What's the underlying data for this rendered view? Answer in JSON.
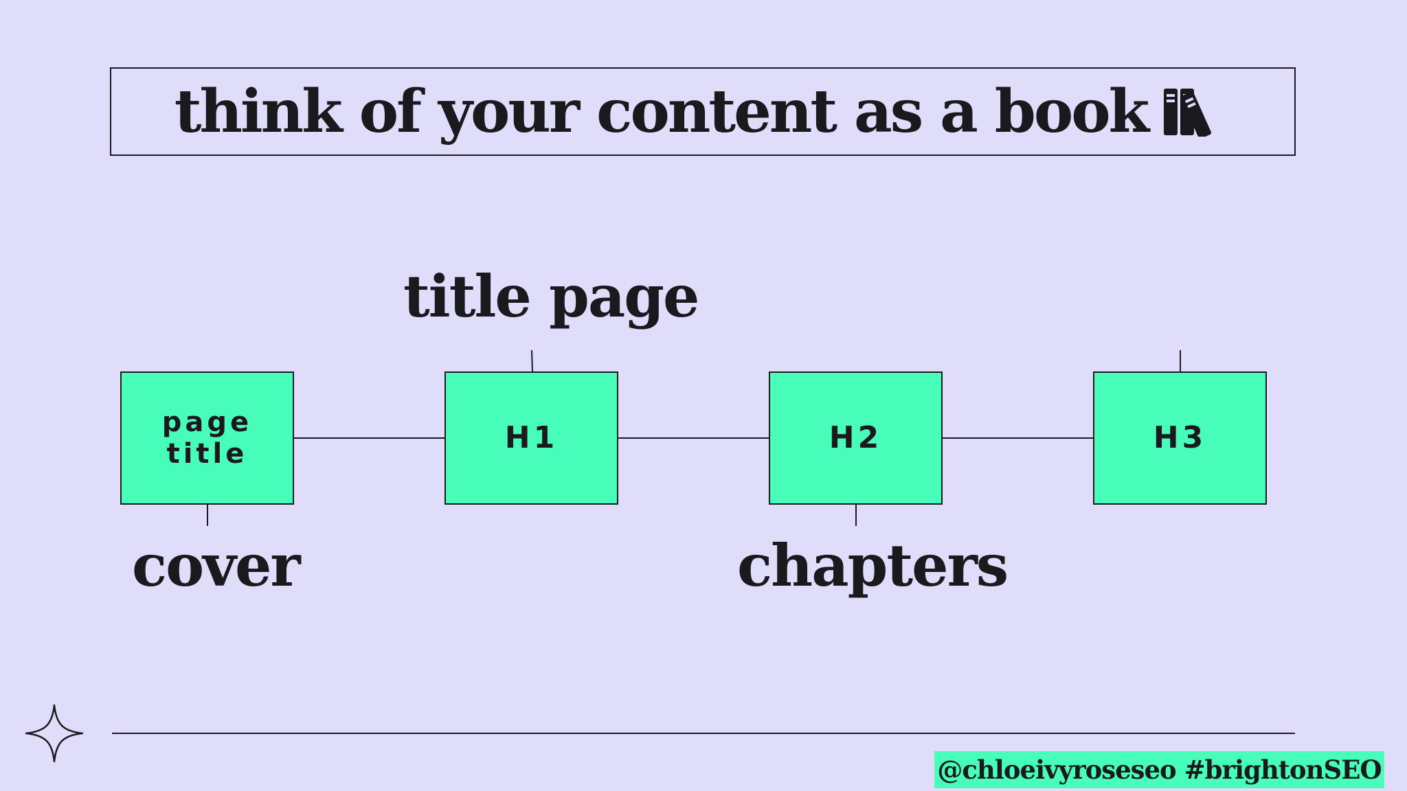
{
  "slide": {
    "title": "think of your content as a book",
    "title_icon": "books-icon",
    "footer_handle": "@chloeivyroseseo #brightonSEO",
    "corner_icon": "four-point-star-icon"
  },
  "diagram": {
    "nodes": [
      {
        "id": "page-title",
        "line1": "page",
        "line2": "title"
      },
      {
        "id": "h1",
        "label": "H1"
      },
      {
        "id": "h2",
        "label": "H2"
      },
      {
        "id": "h3",
        "label": "H3"
      }
    ],
    "labels": {
      "cover": "cover",
      "title_page": "title page",
      "chapters": "chapters"
    }
  },
  "colors": {
    "background": "#e0ddfb",
    "accent": "#48fdb9",
    "ink": "#1a1a1e"
  }
}
